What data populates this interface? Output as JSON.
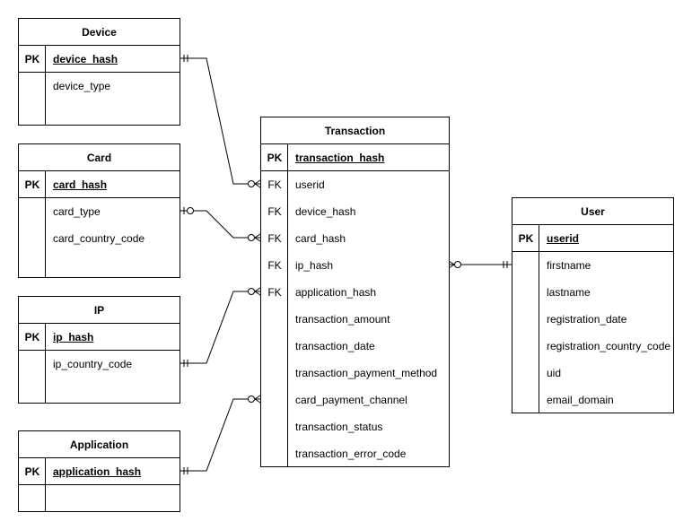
{
  "device": {
    "title": "Device",
    "pk_key": "PK",
    "pk_field": "device_hash",
    "fields": [
      {
        "key": "",
        "name": "device_type"
      }
    ]
  },
  "card": {
    "title": "Card",
    "pk_key": "PK",
    "pk_field": "card_hash",
    "fields": [
      {
        "key": "",
        "name": "card_type"
      },
      {
        "key": "",
        "name": "card_country_code"
      }
    ]
  },
  "ip": {
    "title": "IP",
    "pk_key": "PK",
    "pk_field": "ip_hash",
    "fields": [
      {
        "key": "",
        "name": "ip_country_code"
      }
    ]
  },
  "application": {
    "title": "Application",
    "pk_key": "PK",
    "pk_field": "application_hash",
    "fields": []
  },
  "transaction": {
    "title": "Transaction",
    "pk_key": "PK",
    "pk_field": "transaction_hash",
    "fields": [
      {
        "key": "FK",
        "name": "userid"
      },
      {
        "key": "FK",
        "name": "device_hash"
      },
      {
        "key": "FK",
        "name": "card_hash"
      },
      {
        "key": "FK",
        "name": "ip_hash"
      },
      {
        "key": "FK",
        "name": "application_hash"
      },
      {
        "key": "",
        "name": "transaction_amount"
      },
      {
        "key": "",
        "name": "transaction_date"
      },
      {
        "key": "",
        "name": "transaction_payment_method"
      },
      {
        "key": "",
        "name": "card_payment_channel"
      },
      {
        "key": "",
        "name": "transaction_status"
      },
      {
        "key": "",
        "name": "transaction_error_code"
      }
    ]
  },
  "user": {
    "title": "User",
    "pk_key": "PK",
    "pk_field": "userid",
    "fields": [
      {
        "key": "",
        "name": "firstname"
      },
      {
        "key": "",
        "name": "lastname"
      },
      {
        "key": "",
        "name": "registration_date"
      },
      {
        "key": "",
        "name": "registration_country_code"
      },
      {
        "key": "",
        "name": "uid"
      },
      {
        "key": "",
        "name": "email_domain"
      }
    ]
  }
}
